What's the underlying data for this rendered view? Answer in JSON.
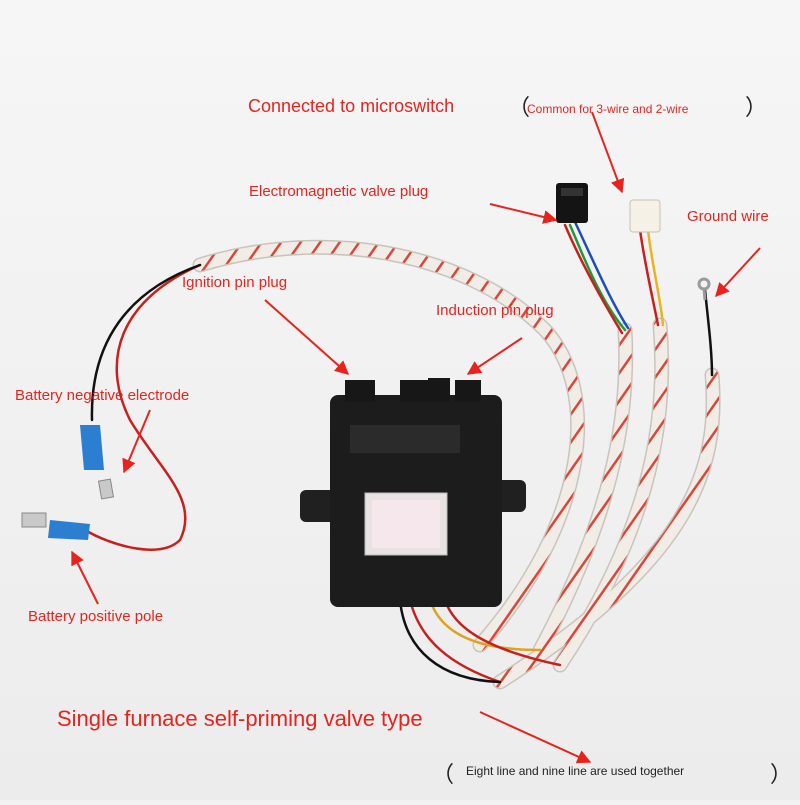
{
  "labels": {
    "microswitch": "Connected to microswitch",
    "microswitch_note": "Common for 3-wire and 2-wire",
    "valve_plug": "Electromagnetic valve plug",
    "ground_wire": "Ground wire",
    "ignition_plug": "Ignition pin plug",
    "induction_plug": "Induction pin plug",
    "battery_negative": "Battery negative electrode",
    "battery_positive": "Battery positive pole",
    "product_type": "Single furnace self-priming valve type",
    "bottom_note": "Eight line and nine line are used together"
  },
  "colors": {
    "annotation": "#e8231e",
    "note_text": "#222222",
    "module_body": "#1c1c1c",
    "sleeve": "#f1ede6",
    "sleeve_stripe": "#d9473c",
    "red_wire": "#c8201c",
    "black_wire": "#111111",
    "terminal_insulator": "#2c7fd0"
  },
  "icons": [
    "arrow",
    "ignition-module",
    "blue-crimp-terminal",
    "connector-plug",
    "ring-terminal"
  ]
}
